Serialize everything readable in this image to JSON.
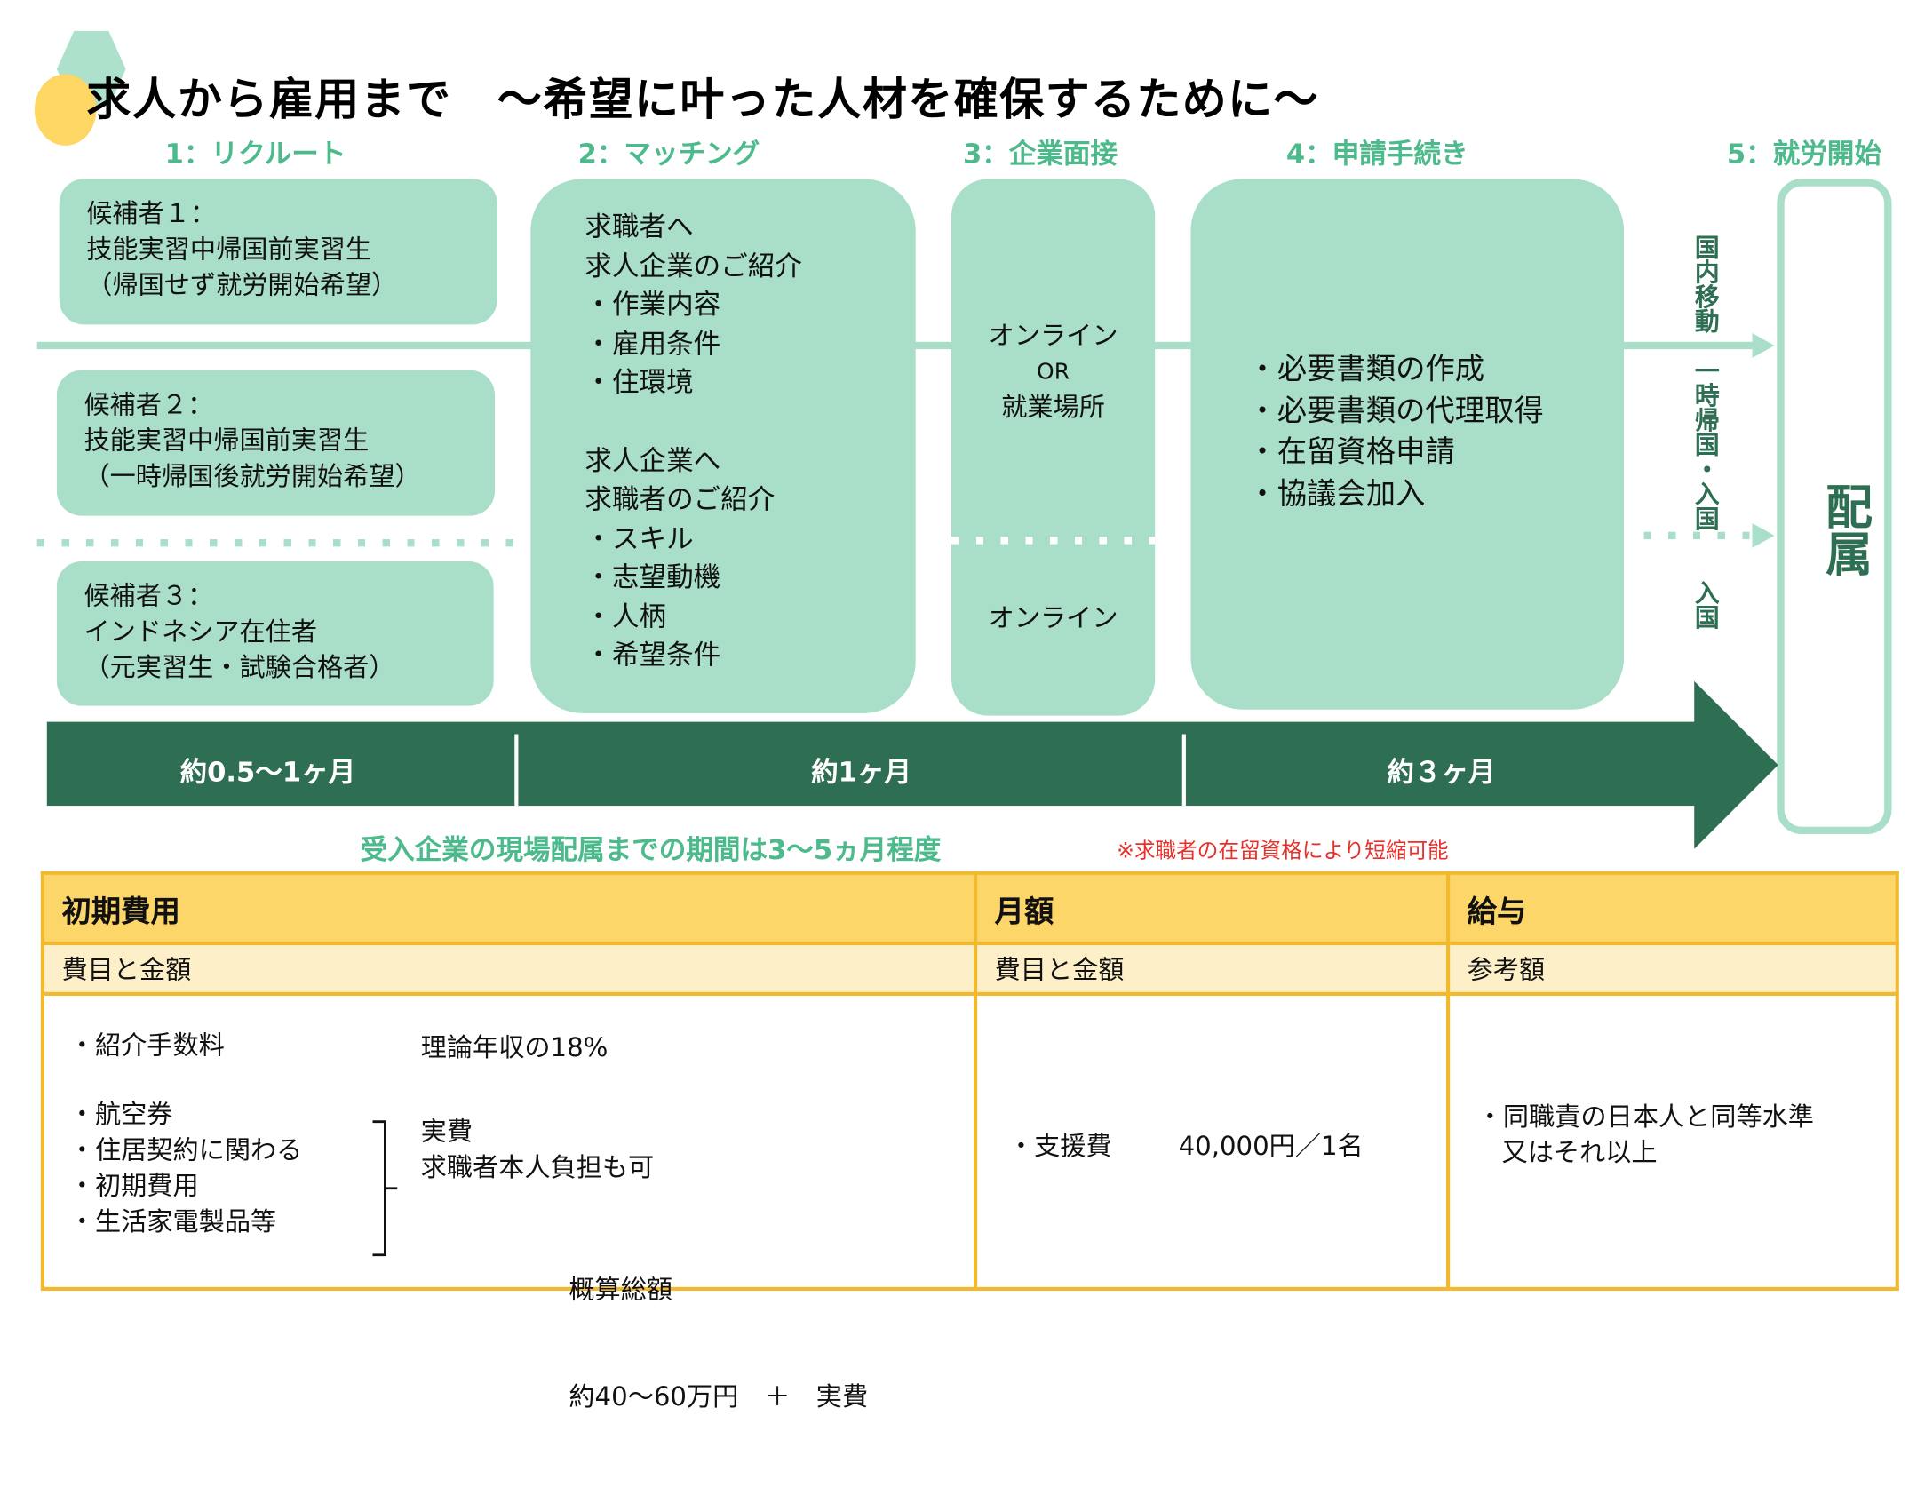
{
  "title": "求人から雇用まで　～希望に叶った人材を確保するために～",
  "steps": [
    "1：リクルート",
    "2：マッチング",
    "3：企業面接",
    "4：申請手続き",
    "5：就労開始"
  ],
  "candidates": [
    {
      "line1": "候補者１：",
      "line2": "技能実習中帰国前実習生",
      "line3": "（帰国せず就労開始希望）"
    },
    {
      "line1": "候補者２：",
      "line2": "技能実習中帰国前実習生",
      "line3": "（一時帰国後就労開始希望）"
    },
    {
      "line1": "候補者３：",
      "line2": "インドネシア在住者",
      "line3": "（元実習生・試験合格者）"
    }
  ],
  "matching": {
    "to_seeker": "求職者へ",
    "to_seeker_sub": "求人企業のご紹介",
    "seeker_items": [
      "・作業内容",
      "・雇用条件",
      "・住環境"
    ],
    "to_company": "求人企業へ",
    "to_company_sub": "求職者のご紹介",
    "company_items": [
      "・スキル",
      "・志望動機",
      "・人柄",
      "・希望条件"
    ]
  },
  "interview": {
    "top_line1": "オンライン",
    "top_line2": "OR",
    "top_line3": "就業場所",
    "bottom": "オンライン"
  },
  "application_items": [
    "・必要書類の作成",
    "・必要書類の代理取得",
    "・在留資格申請",
    "・協議会加入"
  ],
  "routes": [
    "国内移動",
    "一時帰国・入国",
    "入国"
  ],
  "placement": "配属",
  "durations": [
    "約0.5〜1ヶ月",
    "約1ヶ月",
    "約３ヶ月"
  ],
  "period_note": "受入企業の現場配属までの期間は3〜5ヵ月程度",
  "shorten_note": "※求職者の在留資格により短縮可能",
  "table": {
    "headers": [
      "初期費用",
      "月額",
      "給与"
    ],
    "subheaders": [
      "費目と金額",
      "費目と金額",
      "参考額"
    ],
    "initial": {
      "fee_label": "・紹介手数料",
      "fee_value": "理論年収の18%",
      "items": [
        "・航空券",
        "・住居契約に関わる",
        "・初期費用",
        "・生活家電製品等"
      ],
      "actual": "実費",
      "actual_note": "求職者本人負担も可",
      "total_label": "概算総額",
      "total_value": "約40〜60万円　＋　実費"
    },
    "monthly": {
      "label": "・支援費",
      "value": "40,000円／1名"
    },
    "salary": {
      "line1": "・同職責の日本人と同等水準",
      "line2": "又はそれ以上"
    }
  }
}
